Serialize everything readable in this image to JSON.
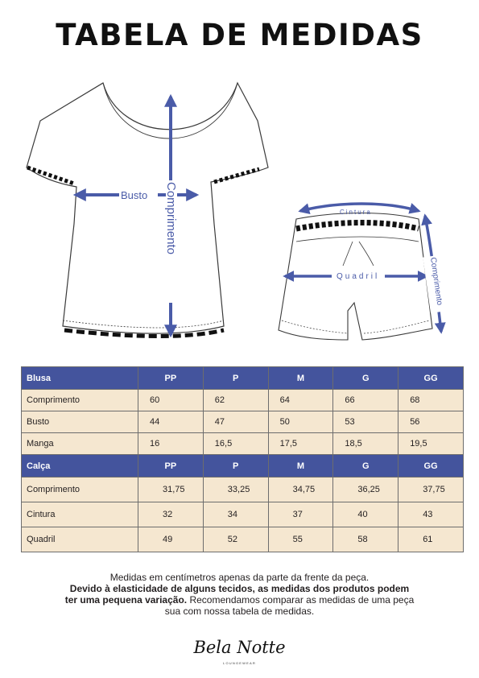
{
  "title": "TABELA DE MEDIDAS",
  "diagram": {
    "shirt_labels": {
      "bust": "Busto",
      "length": "Comprimento"
    },
    "shorts_labels": {
      "waist": "Cintura",
      "hip": "Quadril",
      "length": "Comprimento"
    },
    "arrow_color": "#4a5ba8"
  },
  "table": {
    "sizes": [
      "PP",
      "P",
      "M",
      "G",
      "GG"
    ],
    "blusa": {
      "header": "Blusa",
      "rows": [
        {
          "label": "Comprimento",
          "values": [
            "60",
            "62",
            "64",
            "66",
            "68"
          ]
        },
        {
          "label": "Busto",
          "values": [
            "44",
            "47",
            "50",
            "53",
            "56"
          ]
        },
        {
          "label": "Manga",
          "values": [
            "16",
            "16,5",
            "17,5",
            "18,5",
            "19,5"
          ]
        }
      ]
    },
    "calca": {
      "header": "Calça",
      "rows": [
        {
          "label": "Comprimento",
          "values": [
            "31,75",
            "33,25",
            "34,75",
            "36,25",
            "37,75"
          ]
        },
        {
          "label": "Cintura",
          "values": [
            "32",
            "34",
            "37",
            "40",
            "43"
          ]
        },
        {
          "label": "Quadril",
          "values": [
            "49",
            "52",
            "55",
            "58",
            "61"
          ]
        }
      ]
    },
    "colors": {
      "header_bg": "#44549d",
      "row_bg": "#f5e7d0"
    }
  },
  "notes": {
    "line1": "Medidas em centímetros apenas da parte da frente da peça.",
    "line2_bold": "Devido à elasticidade de alguns tecidos, as medidas dos produtos podem",
    "line3_bold": "ter uma pequena variação.",
    "line3_rest": " Recomendamos comparar as medidas de uma peça",
    "line4": "sua com nossa tabela de medidas."
  },
  "brand": {
    "name": "Bela Notte",
    "tagline": "LOUNGEWEAR"
  }
}
